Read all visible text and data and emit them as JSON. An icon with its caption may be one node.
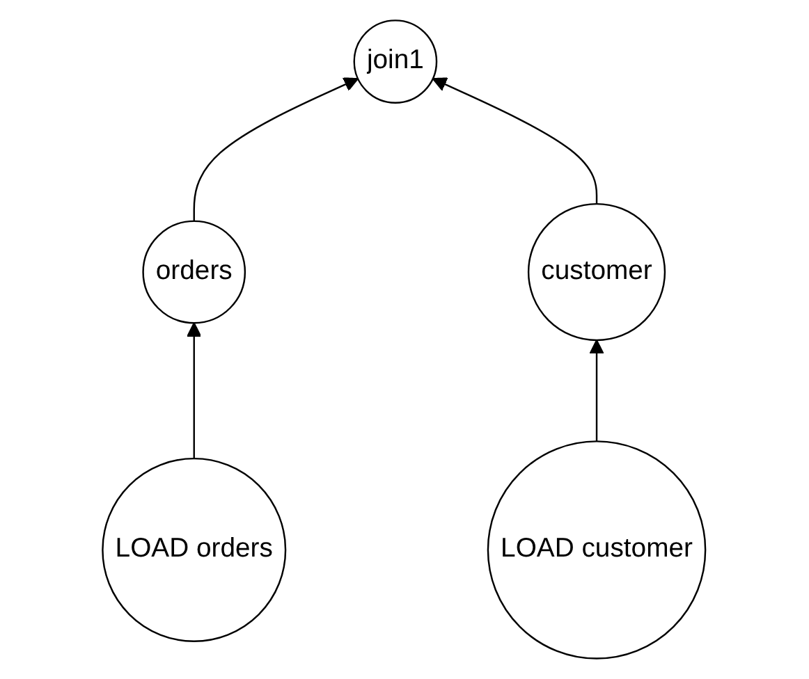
{
  "diagram": {
    "nodes": [
      {
        "text": [
          "join1"
        ]
      },
      {
        "text": [
          "orders"
        ]
      },
      {
        "text": [
          "customer"
        ]
      },
      {
        "text": [
          "LOAD orders"
        ]
      },
      {
        "text": [
          "LOAD customer"
        ]
      }
    ],
    "edges": [
      {
        "from": 1,
        "to": 0,
        "arrow": "to"
      },
      {
        "from": 2,
        "to": 0,
        "arrow": "to"
      },
      {
        "from": 3,
        "to": 1,
        "arrow": "to"
      },
      {
        "from": 4,
        "to": 2,
        "arrow": "to"
      }
    ]
  }
}
